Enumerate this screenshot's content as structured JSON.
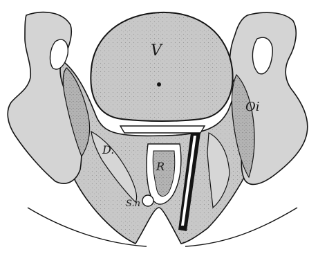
{
  "figure": {
    "labels": {
      "v": "V",
      "oi": "Oi",
      "d": "D.",
      "r": "R",
      "sn": "S.n"
    }
  },
  "colors": {
    "paper": "#ffffff",
    "tissue": "#c9c9c9",
    "tissue_dark": "#b9b9b9",
    "bone": "#d6d6d6",
    "line": "#141414"
  }
}
